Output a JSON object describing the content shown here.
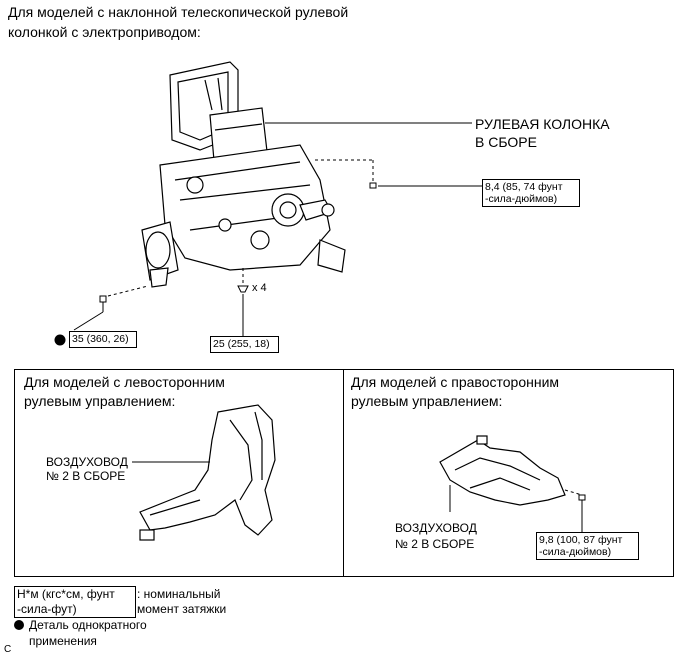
{
  "header": {
    "line1": "Для моделей с наклонной телескопической рулевой",
    "line2": "колонкой с электроприводом:"
  },
  "column": {
    "label1": "РУЛЕВАЯ КОЛОНКА",
    "label2": "В СБОРЕ"
  },
  "torque": {
    "t1_l1": "8,4 (85, 74 фунт",
    "t1_l2": "-сила-дюймов)",
    "t2": "35 (360, 26)",
    "t3": "25 (255, 18)",
    "x4": "x 4"
  },
  "left_panel": {
    "title1": "Для моделей с левосторонним",
    "title2": "рулевым управлением:",
    "part1": "ВОЗДУХОВОД",
    "part2": "№ 2 В СБОРЕ"
  },
  "right_panel": {
    "title1": "Для моделей с правосторонним",
    "title2": "рулевым управлением:",
    "part1": "ВОЗДУХОВОД",
    "part2": "№ 2 В СБОРЕ",
    "torque_l1": "9,8 (100, 87 фунт",
    "torque_l2": "-сила-дюймов)"
  },
  "legend": {
    "unit_l1": "Н*м (кгс*см, фунт",
    "unit_l2": "-сила-фут)",
    "desc_l1": ": номинальный",
    "desc_l2": "момент затяжки",
    "bullet_l1": "Деталь однократного",
    "bullet_l2": "применения"
  },
  "footer_code": "C"
}
